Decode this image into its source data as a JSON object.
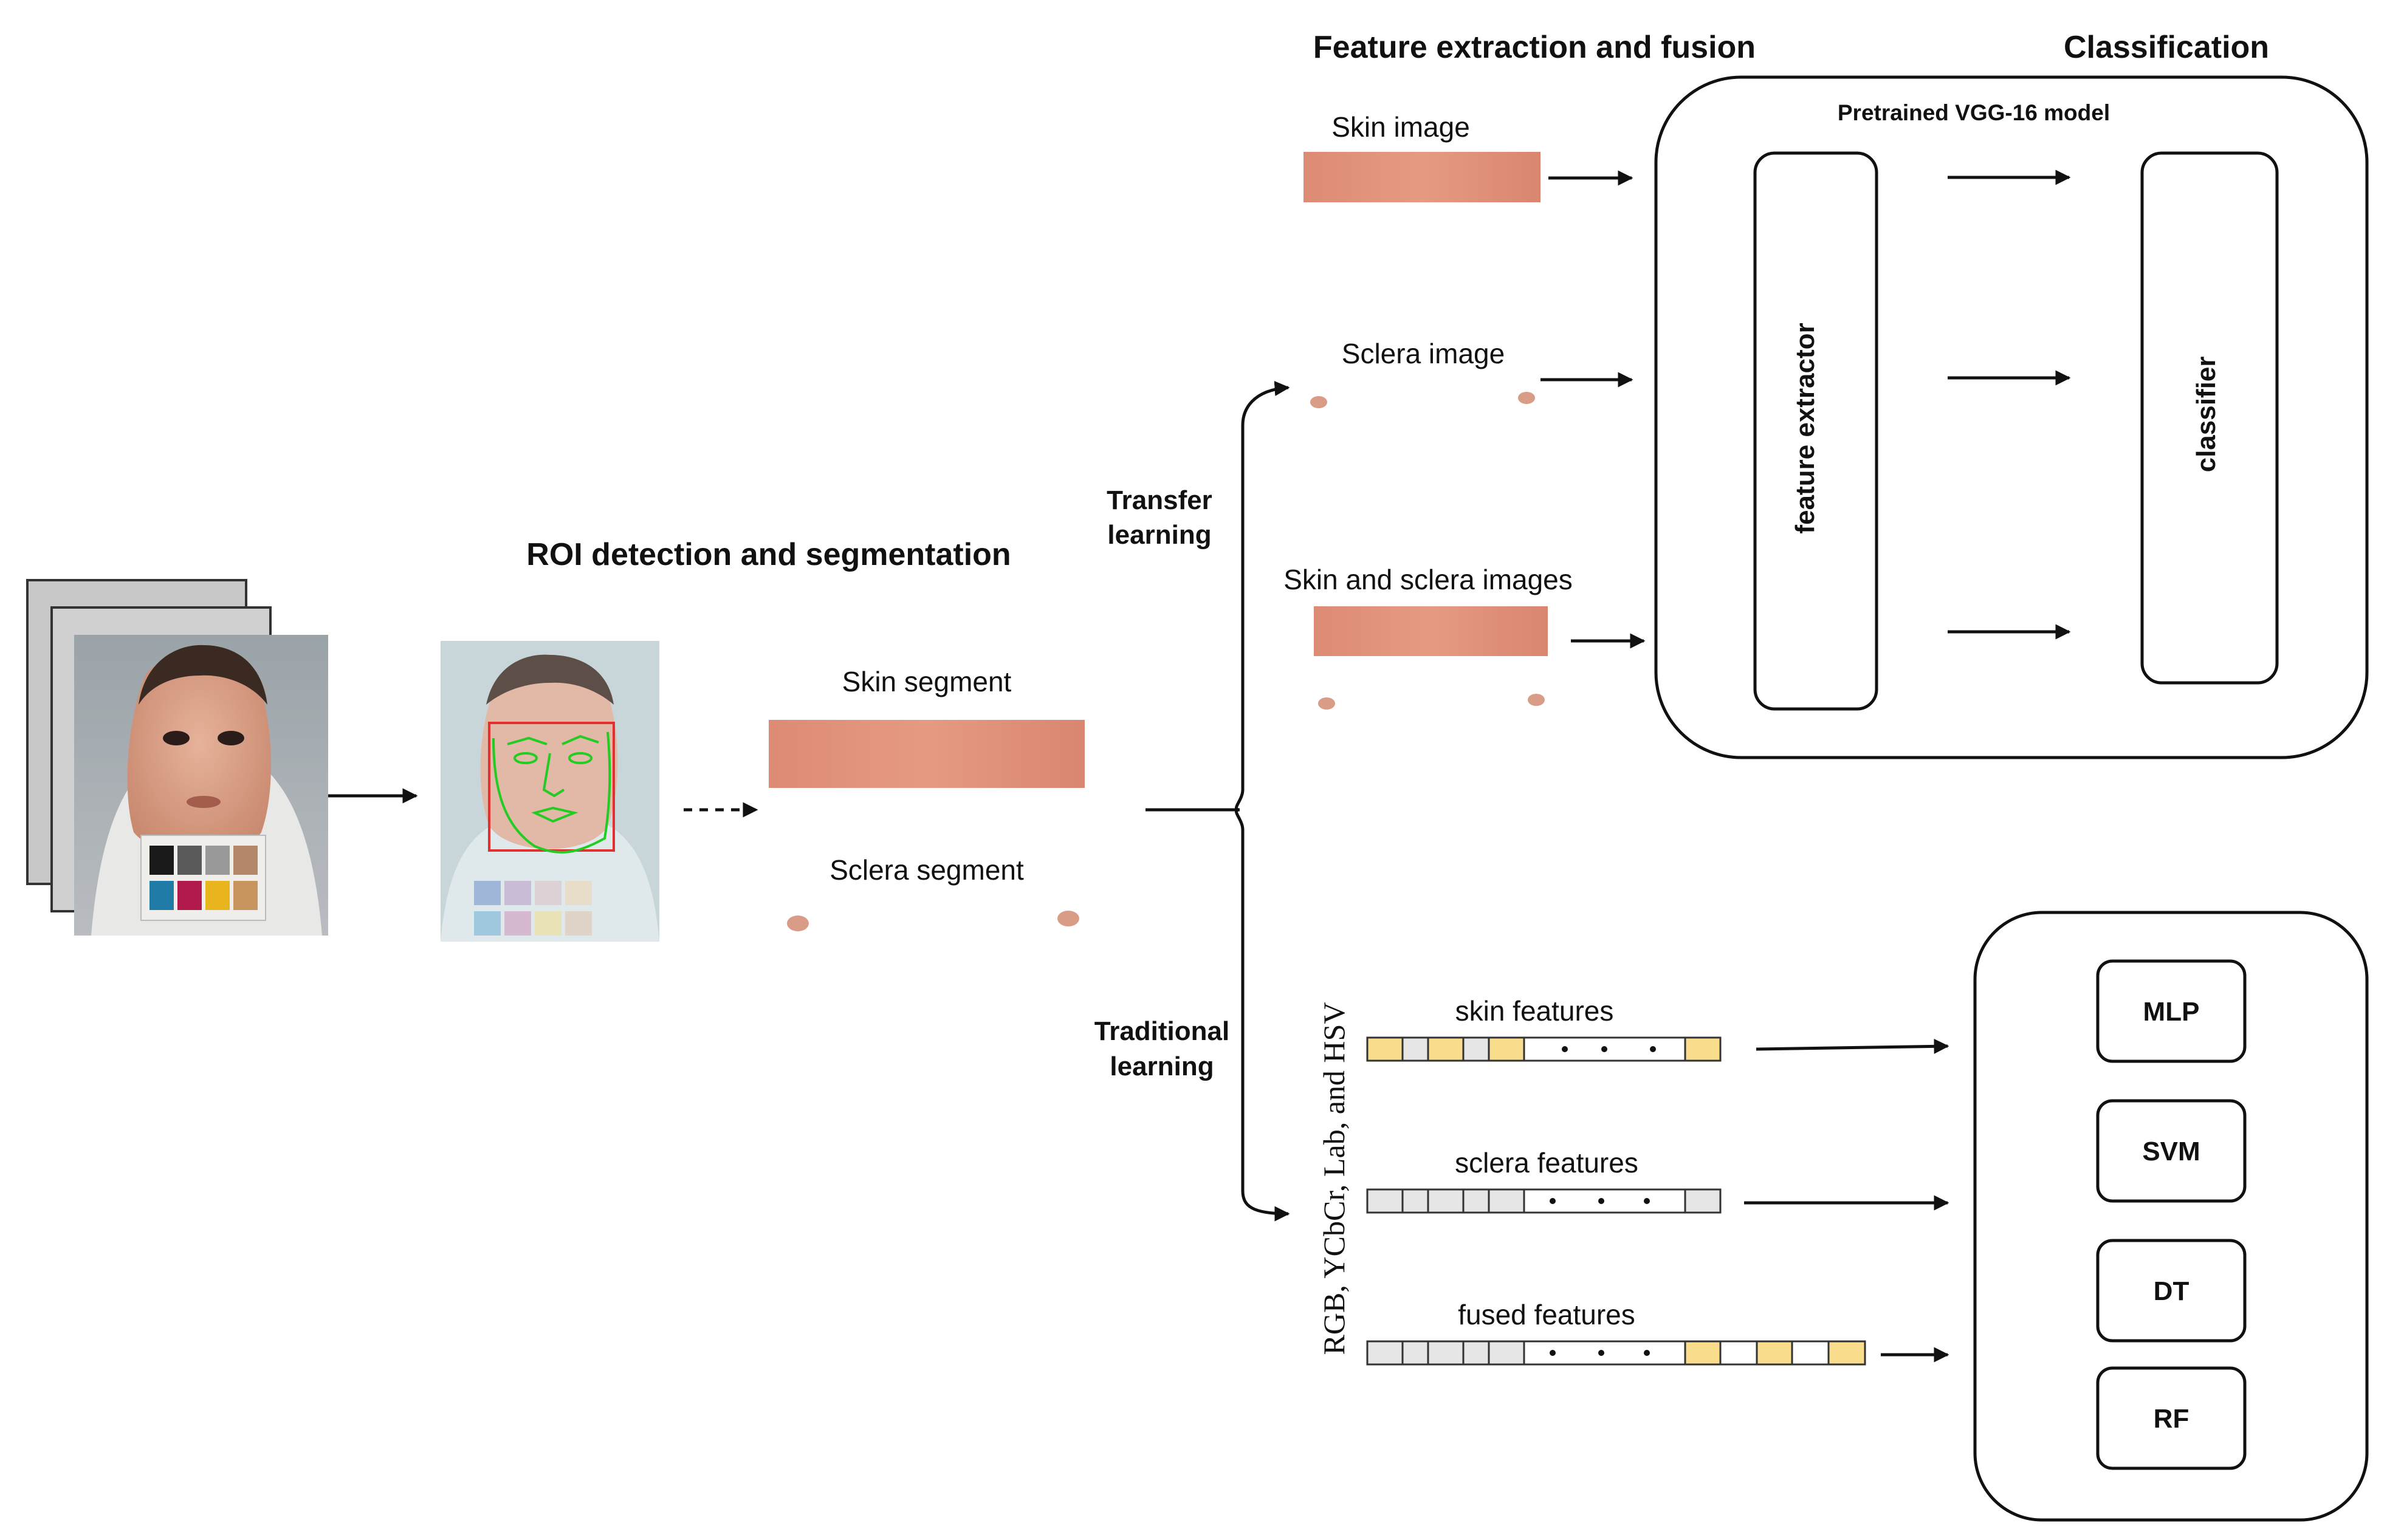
{
  "headings": {
    "roi": "ROI detection and segmentation",
    "feature": "Feature extraction and fusion",
    "classification": "Classification"
  },
  "branches": {
    "transfer_line1": "Transfer",
    "transfer_line2": "learning",
    "traditional_line1": "Traditional",
    "traditional_line2": "learning"
  },
  "segments": {
    "skin": "Skin segment",
    "sclera": "Sclera segment"
  },
  "transfer_inputs": {
    "skin": "Skin image",
    "sclera": "Sclera image",
    "both": "Skin and sclera images"
  },
  "vgg": {
    "title": "Pretrained VGG-16 model",
    "extractor": "feature extractor",
    "classifier": "classifier"
  },
  "color_spaces": "RGB, YCbCr, Lab, and HSV",
  "feature_vectors": {
    "skin": "skin features",
    "sclera": "sclera features",
    "fused": "fused features"
  },
  "classifiers": [
    "MLP",
    "SVM",
    "DT",
    "RF"
  ],
  "colors": {
    "skin_tone": "#e3927a",
    "highlight_cell": "#f9dc8c",
    "plain_cell": "#e6e6e6",
    "face_mesh": "#22cc22",
    "face_box": "#e03030"
  }
}
